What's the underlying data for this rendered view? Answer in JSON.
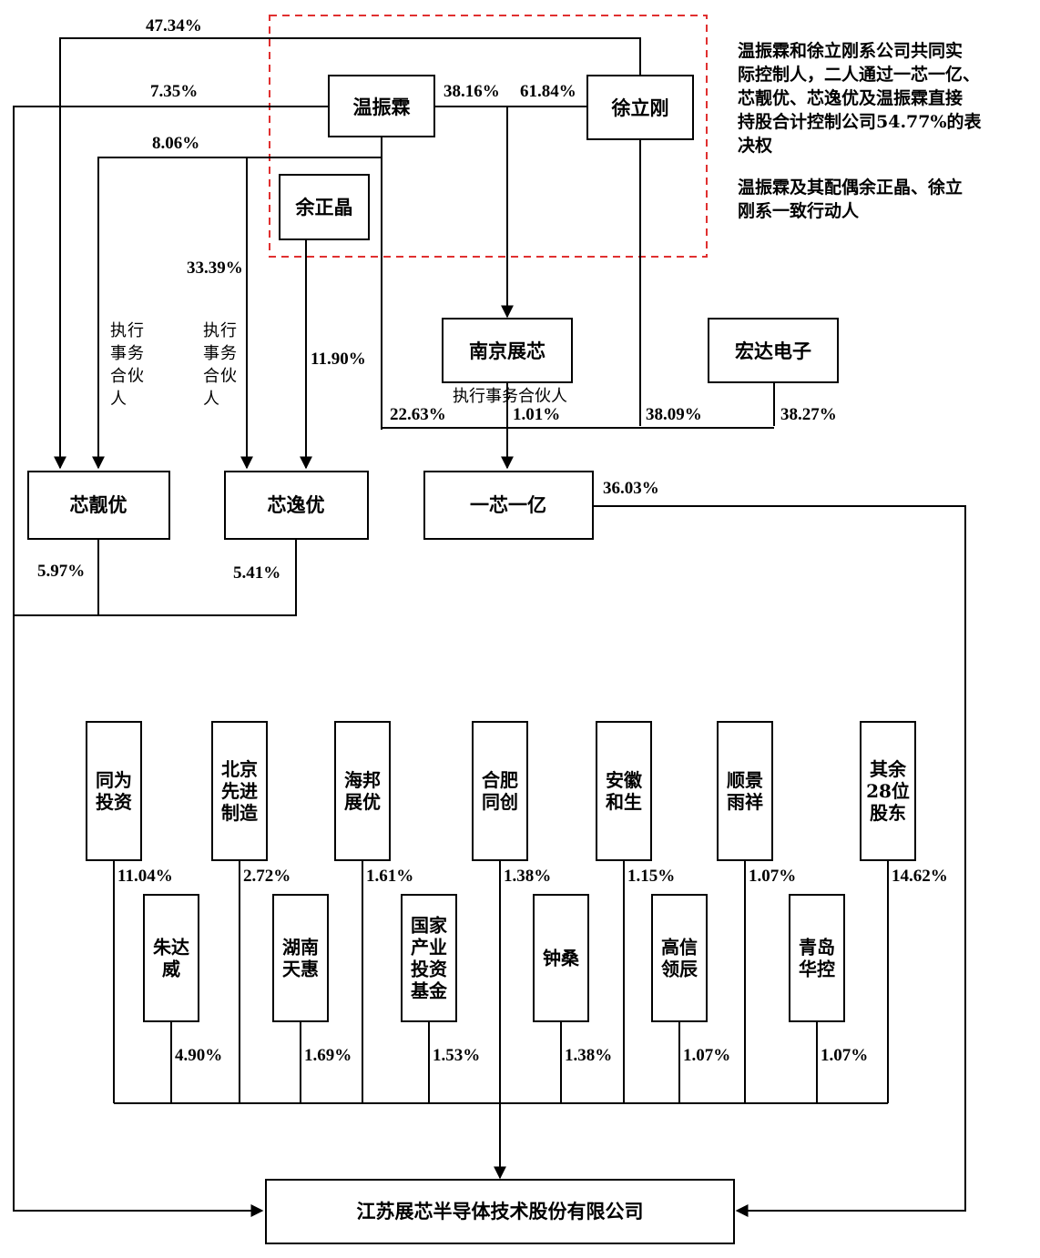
{
  "entities": {
    "wen": "温振霖",
    "xu": "徐立刚",
    "yu": "余正晶",
    "nanjing": "南京展芯",
    "hongda": "宏达电子",
    "xinliang": "芯靓优",
    "xinyi": "芯逸优",
    "yixin": "一芯一亿",
    "company": "江苏展芯半导体技术股份有限公司"
  },
  "top_shareholders": [
    {
      "key": "tongwei",
      "lines": [
        "同为",
        "投资"
      ],
      "pct": "11.04%"
    },
    {
      "key": "zhuda",
      "lines": [
        "朱达",
        "威"
      ],
      "pct": "4.90%"
    },
    {
      "key": "beijing",
      "lines": [
        "北京",
        "先进",
        "制造"
      ],
      "pct": "2.72%"
    },
    {
      "key": "hunan",
      "lines": [
        "湖南",
        "天惠"
      ],
      "pct": "1.69%"
    },
    {
      "key": "haibang",
      "lines": [
        "海邦",
        "展优"
      ],
      "pct": "1.61%"
    },
    {
      "key": "guojia",
      "lines": [
        "国家",
        "产业",
        "投资",
        "基金"
      ],
      "pct": "1.53%"
    },
    {
      "key": "hefei",
      "lines": [
        "合肥",
        "同创"
      ],
      "pct": "1.38%"
    },
    {
      "key": "zhongsang",
      "lines": [
        "钟桑"
      ],
      "pct": "1.38%"
    },
    {
      "key": "anhui",
      "lines": [
        "安徽",
        "和生"
      ],
      "pct": "1.15%"
    },
    {
      "key": "gaoxin",
      "lines": [
        "高信",
        "领辰"
      ],
      "pct": "1.07%"
    },
    {
      "key": "shunjing",
      "lines": [
        "顺景",
        "雨祥"
      ],
      "pct": "1.07%"
    },
    {
      "key": "qingdao",
      "lines": [
        "青岛",
        "华控"
      ],
      "pct": "1.07%"
    },
    {
      "key": "others",
      "lines": [
        "其余",
        "28位",
        "股东"
      ],
      "pct": "14.62%"
    }
  ],
  "percentages": {
    "xu_to_xinliang": "47.34%",
    "wen_to_company": "7.35%",
    "wen_to_xinliang": "8.06%",
    "wen_to_nanjing": "38.16%",
    "xu_to_nanjing": "61.84%",
    "wen_to_xinyi": "33.39%",
    "yu_to_xinyi": "11.90%",
    "wen_to_yixin": "22.63%",
    "nanjing_to_yixin": "1.01%",
    "xu_to_yixin": "38.09%",
    "hongda_to_yixin": "38.27%",
    "yixin_to_company": "36.03%",
    "xinliang_to_company": "5.97%",
    "xinyi_to_company": "5.41%"
  },
  "labels": {
    "gp_vertical_1": [
      "执",
      "行",
      "事",
      "务",
      "合",
      "伙",
      "人"
    ],
    "gp_vertical_2": [
      "执",
      "行",
      "事",
      "务",
      "合",
      "伙",
      "人"
    ],
    "gp_horizontal": "执行事务合伙人"
  },
  "notes": [
    [
      "温振霖和徐立刚系公司共同实",
      "际控制人，二人通过一芯一亿、",
      "芯靓优、芯逸优及温振霖直接",
      "持股合计控制公司54.77%的表",
      "决权"
    ],
    [
      "温振霖及其配偶余正晶、徐立",
      "刚系一致行动人"
    ]
  ],
  "colors": {
    "control_group_border": "#e03030",
    "line": "#000000"
  }
}
